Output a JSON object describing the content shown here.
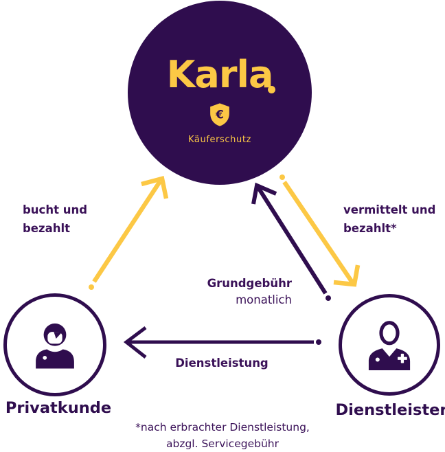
{
  "colors": {
    "background": "#FFFFFF",
    "purple_dark": "#2F0D4E",
    "purple_text": "#3A1158",
    "yellow": "#FCC845"
  },
  "karla_node": {
    "logo": "Karla",
    "euro_symbol": "€",
    "badge_label": "Käuferschutz"
  },
  "nodes": {
    "customer": {
      "label": "Privatkunde"
    },
    "provider": {
      "label": "Dienstleister"
    }
  },
  "edges": {
    "customer_to_karla": {
      "line1": "bucht und",
      "line2": "bezahlt"
    },
    "karla_to_provider": {
      "line1": "vermittelt und",
      "line2": "bezahlt*"
    },
    "provider_to_karla": {
      "line1": "Grundgebühr",
      "line2": "monatlich"
    },
    "provider_to_customer": {
      "label": "Dienstleistung"
    }
  },
  "footnote": {
    "line1": "*nach erbrachter Dienstleistung,",
    "line2": "abzgl. Servicegebühr"
  }
}
